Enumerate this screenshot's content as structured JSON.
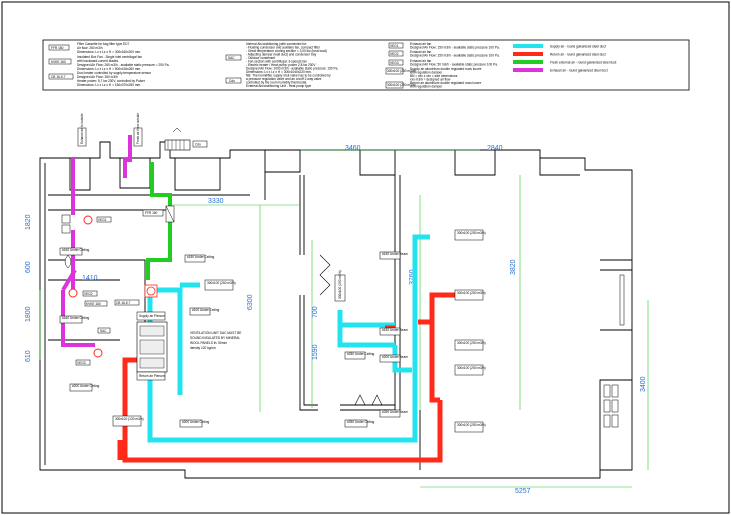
{
  "legend": {
    "items": [
      {
        "code": "FFR 160",
        "lines": [
          "Filter Cassette for bag filter type EU7",
          "Air flow: 260 m3/h",
          "Dimensions: Lx x Lz x H = 300x160x200 mm."
        ]
      },
      {
        "code": "KVKE 160",
        "lines": [
          "Insulated Box Fan - Single inlet centrifugal fan",
          "with backward-curved blades.",
          "Designed Air Flow: 260 m3/h - available static pressure = 250 Pa.",
          "Dimensions: Lx x Lz x H = 500x416x260 mm."
        ]
      },
      {
        "code": "CB 16-5.7",
        "lines": [
          "Duct heater controlled by supply temperature sensor",
          "Designed Air Flow: 260 m3/h",
          "Heater power: 5,7 kw 230V, controlled by Pulser",
          "Dimensions: Lx x Lz x H = 160x370x250 mm."
        ]
      },
      {
        "code": "SAC",
        "lines": [
          "Internal Airconditioning (with connected for:",
          "- Floating condenser and auxiliary fan, compact filter",
          "- Great temperature cooling section = 3,00 kw (heat load)",
          "- Adjusting damper (wall duct) and condenser tray",
          "- Outdoor condenser",
          "- Fan section with centrifugal: 3-speeds fan",
          "- Electric heater / Heat pump: power 2,8 kw 230V",
          "Designed Air Flow: 1000 m3/h - available static pressure: 150 Pa.",
          "Dimensions: Lx x Lz x H = 300x1040x220 mm.",
          "NB: The humidifier supply shut valve has to be controlled by",
          "a pressure regulation valve and an on/off 2-way valve",
          "controlled by the room humidity thermostat."
        ]
      },
      {
        "code": "Cdu",
        "lines": [
          "External Airconditioning Unit - Heat pump type",
          "- Cooling Power: 3,5 kw",
          "- Heating Power: 4,0 kw",
          "Dimensions: Lx x Lz x H = 850x300x580 mm."
        ]
      },
      {
        "code": "VEG1",
        "lines": [
          "Exhaust air fan",
          "Designed Air Flow: 150 m3/h - available static pressure 100 Pa."
        ]
      },
      {
        "code": "VEG2",
        "lines": [
          "Exhaust air fan",
          "Designed Air Flow: 150 m3/h - available static pressure 100 Pa."
        ]
      },
      {
        "code": "VEG3",
        "lines": [
          "Exhaust air fan",
          "Designed Air Flow: 50 m3/h - available static pressure 100 Pa."
        ]
      },
      {
        "code": "300x100 (250 m3/h)",
        "lines": [
          "Supply air aluminium double regulated rows louvre",
          "with regulation damper",
          "BN = xxx x xxx = size dimensions",
          "xxx m3/h = designed air flow"
        ]
      },
      {
        "code": "300x100 (250 m3/h)",
        "lines": [
          "Return air aluminium double regulated rows louvre",
          "with regulation damper",
          "BN = xxx x xxx = size dimensions",
          "xxx m3/h = designed air flow"
        ]
      }
    ],
    "duct_key": [
      {
        "label": "Supply air - round galvanized steel duct",
        "color": "#22e3ee"
      },
      {
        "label": "Return air - round galvanized steel duct",
        "color": "#ff2a1a"
      },
      {
        "label": "Fresh external air - round galvanized steel duct",
        "color": "#22cc22"
      },
      {
        "label": "Exhaust air - round galvanized steel duct",
        "color": "#dd33dd"
      }
    ]
  },
  "plan": {
    "dimensions": [
      "3460",
      "2840",
      "3330",
      "1820",
      "600",
      "1800",
      "610",
      "6300",
      "3760",
      "3820",
      "700",
      "1590",
      "3400",
      "5257",
      "1410"
    ],
    "equipment": [
      "VEG1",
      "VEG2",
      "VEG3",
      "FFR 160",
      "KVKE 160",
      "CB 16-5.7",
      "SAC",
      "Cdu"
    ],
    "exhaust_labels": [
      "Exhaust air to outside",
      "Fresh air from outside"
    ],
    "note": [
      "VENTILATION UNIT SAC MUST BE",
      "SOUND INSULATED BY MINERAL",
      "WOOL PANELS th. 50mm",
      "density 120 kg/cm"
    ],
    "room_callouts": [
      "#160 Under Ceiling",
      "#160 Under Ceiling",
      "#150 Under Ceiling",
      "#100 Under Ceiling",
      "#200 Under Ceiling",
      "#200 Under Ceiling",
      "#250 Under Ceiling",
      "#250 Under Ceiling",
      "#150 Under Beam",
      "#150 Under Beam",
      "#200 Under Beam",
      "#250 Under Beam",
      "Supply air Plenum",
      "Return air Plenum"
    ],
    "flow_tags": [
      "300x100 (260 m3/h)",
      "300x100 (250 m3/h)",
      "300x100 (250 m3/h)",
      "300x100 (250 m3/h)",
      "300x100 (250 m3/h)",
      "300x100 (130 m3/h)",
      "300x100 (250 m3/h)",
      "300x100 (250 m3/h)"
    ]
  }
}
